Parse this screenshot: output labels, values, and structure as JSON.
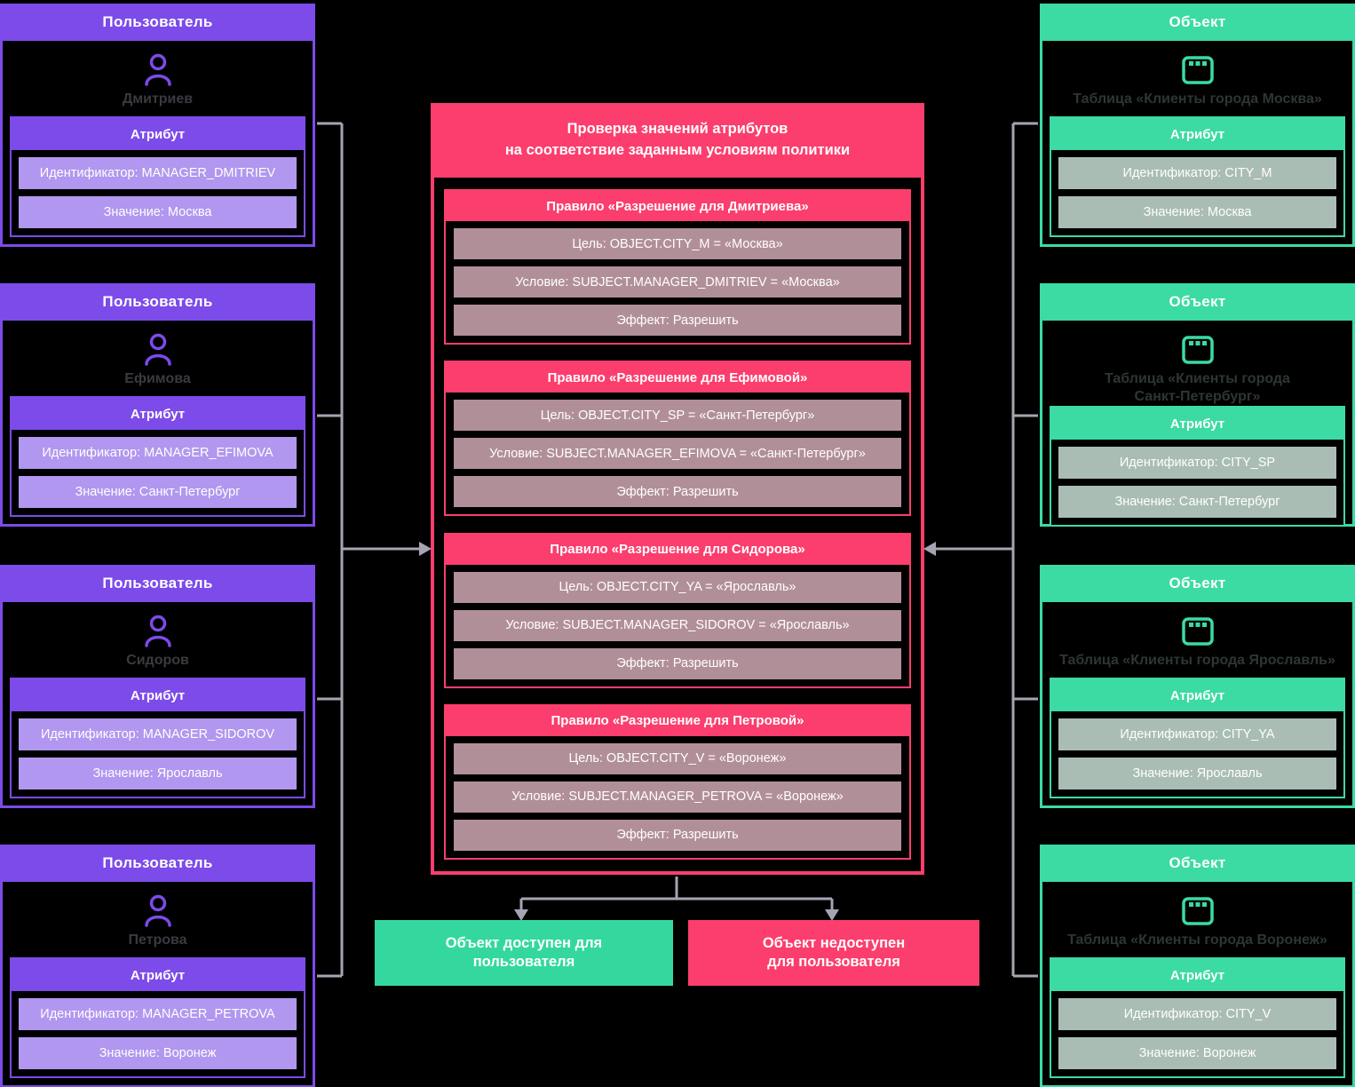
{
  "labels": {
    "user_header": "Пользователь",
    "object_header": "Объект",
    "attribute_header": "Атрибут"
  },
  "colors": {
    "background": "#000000",
    "user_purple": "#7C4BE9",
    "user_row_purple": "#B197EF",
    "object_green": "#3BDBA3",
    "object_row_sage": "#A9BDB4",
    "policy_pink": "#FB3E6D",
    "rule_row_mauve": "#B18F99",
    "outcome_green": "#34D89E",
    "connector_gray": "#A8A3B2"
  },
  "users": [
    {
      "name": "Дмитриев",
      "identifier": "Идентификатор: MANAGER_DMITRIEV",
      "value": "Значение: Москва"
    },
    {
      "name": "Ефимова",
      "identifier": "Идентификатор: MANAGER_EFIMOVA",
      "value": "Значение: Санкт-Петербург"
    },
    {
      "name": "Сидоров",
      "identifier": "Идентификатор: MANAGER_SIDOROV",
      "value": "Значение: Ярославль"
    },
    {
      "name": "Петрова",
      "identifier": "Идентификатор: MANAGER_PETROVA",
      "value": "Значение: Воронеж"
    }
  ],
  "objects": [
    {
      "name": "Таблица «Клиенты города Москва»",
      "identifier": "Идентификатор: CITY_M",
      "value": "Значение: Москва"
    },
    {
      "name": "Таблица «Клиенты города\nСанкт-Петербург»",
      "identifier": "Идентификатор: CITY_SP",
      "value": "Значение: Санкт-Петербург"
    },
    {
      "name": "Таблица «Клиенты города Ярославль»",
      "identifier": "Идентификатор: CITY_YA",
      "value": "Значение: Ярославль"
    },
    {
      "name": "Таблица «Клиенты города Воронеж»",
      "identifier": "Идентификатор: CITY_V",
      "value": "Значение: Воронеж"
    }
  ],
  "policy": {
    "title": "Проверка значений атрибутов\nна соответствие заданным условиям политики",
    "rules": [
      {
        "header": "Правило «Разрешение для Дмитриева»",
        "target": "Цель: OBJECT.CITY_M = «Москва»",
        "condition": "Условие: SUBJECT.MANAGER_DMITRIEV = «Москва»",
        "effect": "Эффект: Разрешить"
      },
      {
        "header": "Правило «Разрешение для Ефимовой»",
        "target": "Цель: OBJECT.CITY_SP = «Санкт-Петербург»",
        "condition": "Условие: SUBJECT.MANAGER_EFIMOVA = «Санкт-Петербург»",
        "effect": "Эффект: Разрешить"
      },
      {
        "header": "Правило «Разрешение для Сидорова»",
        "target": "Цель: OBJECT.CITY_YA = «Ярославль»",
        "condition": "Условие: SUBJECT.MANAGER_SIDOROV = «Ярославль»",
        "effect": "Эффект: Разрешить"
      },
      {
        "header": "Правило «Разрешение для Петровой»",
        "target": "Цель: OBJECT.CITY_V = «Воронеж»",
        "condition": "Условие: SUBJECT.MANAGER_PETROVA = «Воронеж»",
        "effect": "Эффект: Разрешить"
      }
    ]
  },
  "outcomes": {
    "allowed": "Объект доступен для\nпользователя",
    "denied": "Объект недоступен\nдля пользователя"
  }
}
